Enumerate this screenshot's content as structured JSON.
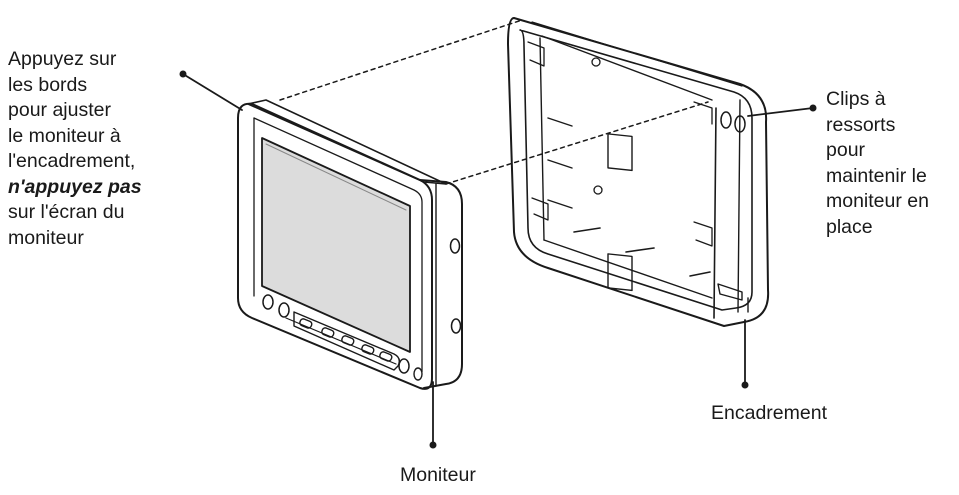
{
  "callouts": {
    "press_edges": {
      "line1": "Appuyez sur",
      "line2": "les bords",
      "line3": "pour ajuster",
      "line4": "le moniteur à",
      "line5": "l'encadrement,",
      "line6_emphasis": "n'appuyez pas",
      "line7": "sur l'écran du",
      "line8": "moniteur"
    },
    "spring_clips": {
      "line1": "Clips à",
      "line2": "ressorts",
      "line3": "pour",
      "line4": "maintenir le",
      "line5": "moniteur en",
      "line6": "place"
    },
    "frame_label": "Encadrement",
    "monitor_label": "Moniteur"
  },
  "colors": {
    "line": "#1a1a1a",
    "screen": "#dcdcdc",
    "body": "#ffffff"
  }
}
